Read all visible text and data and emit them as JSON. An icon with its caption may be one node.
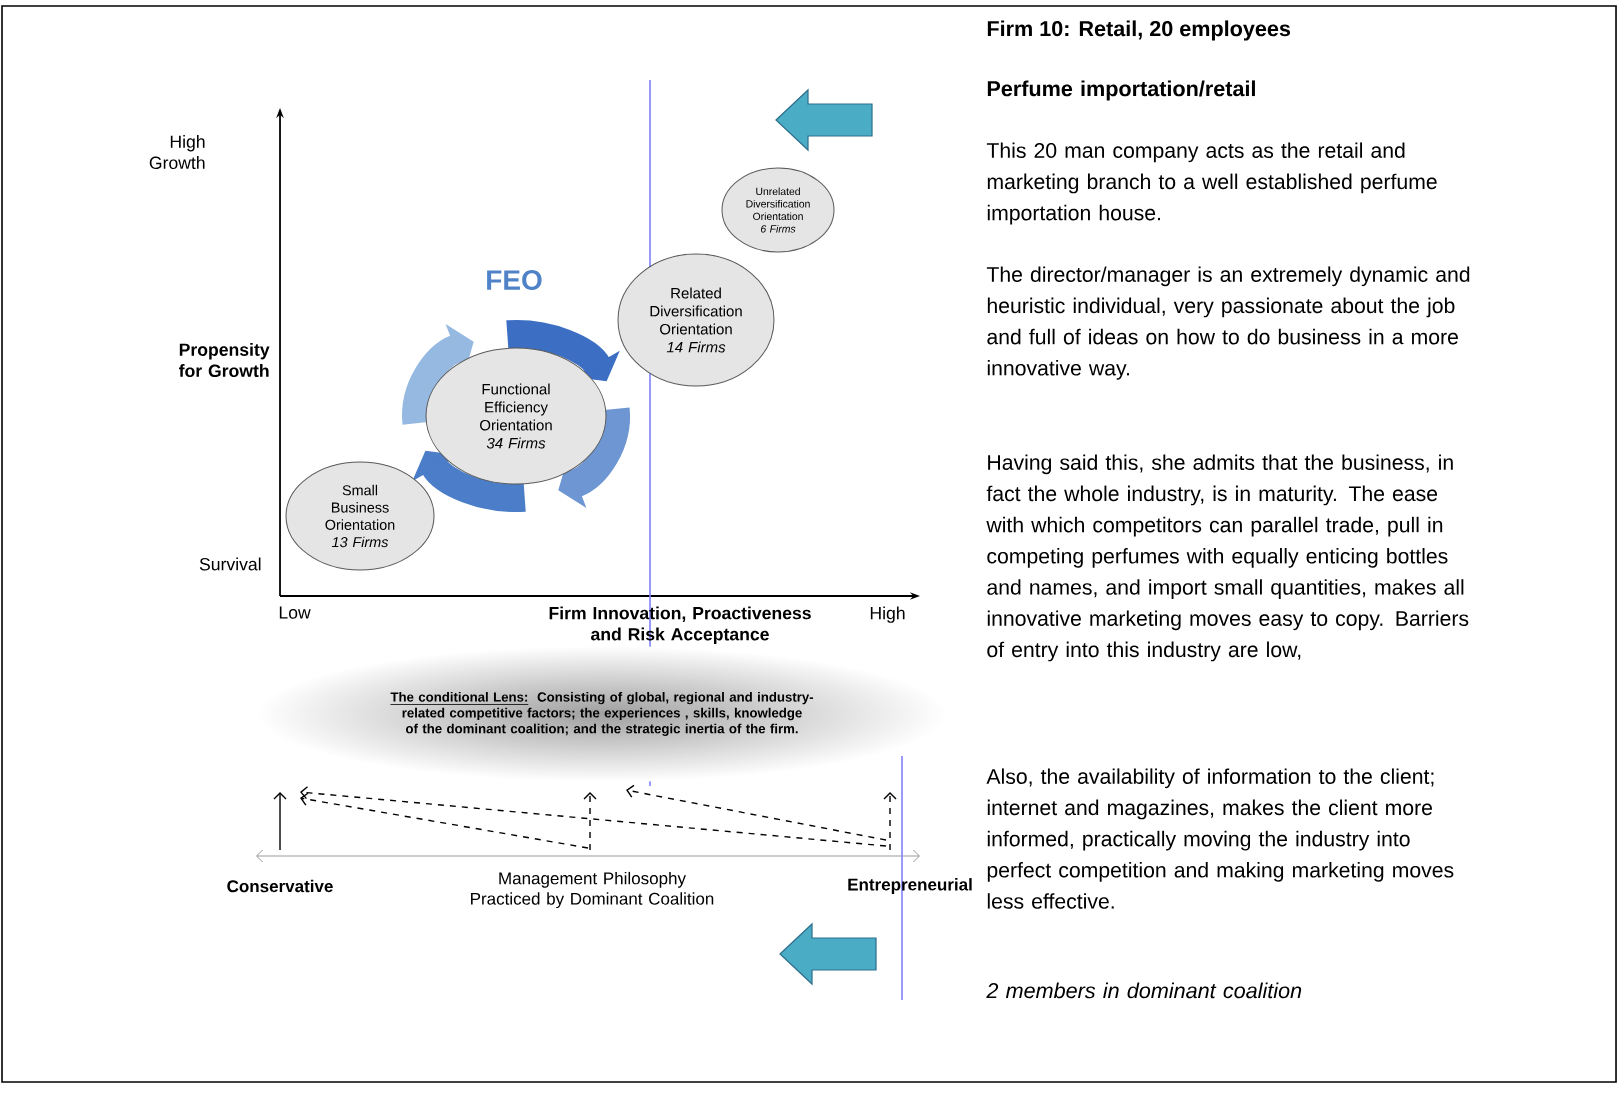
{
  "diagram": {
    "title": "Firm 10: Retail, 20 employees",
    "nodes": [
      {
        "text": [
          "Small Business Orientation",
          "13 Firms"
        ]
      },
      {
        "text": [
          "Functional Efficiency Orientation",
          "34 Firms"
        ],
        "beside": [
          "FEO"
        ]
      },
      {
        "text": [
          "Related Diversification Orientation",
          "14 Firms"
        ]
      },
      {
        "text": [
          "Unrelated Diversification Orientation",
          "6 Firms"
        ]
      },
      {
        "text": [
          "The conditional Lens:",
          "Consisting of global, regional and industry-related competitive factors; the experiences , skills, knowledge of the dominant coalition; and the strategic inertia of the firm."
        ]
      }
    ],
    "labels": [
      "High Growth",
      "Propensity for Growth",
      "Survival",
      "Low",
      "Firm Innovation, Proactiveness and Risk Acceptance",
      "High",
      "Conservative",
      "Management Philosophy Practiced by Dominant Coalition",
      "Entrepreneurial",
      "Perfume importation/retail",
      "This 20 man company acts as the retail and marketing branch to a well established perfume importation house.",
      "The director/manager is an extremely dynamic and heuristic individual, very passionate about the job and full of ideas on how to do business in a more innovative way.",
      "Having said this, she admits that the business, in fact the whole industry, is in maturity. The ease with which competitors can parallel trade, pull in competing perfumes with equally enticing bottles and names, and import small quantities, makes all innovative marketing moves easy to copy. Barriers of entry into this industry are low,",
      "Also, the availability of information to the client; internet and magazines, makes the client more informed, practically moving the industry into perfect competition and making marketing moves less effective.",
      "2 members in dominant coalition"
    ]
  }
}
